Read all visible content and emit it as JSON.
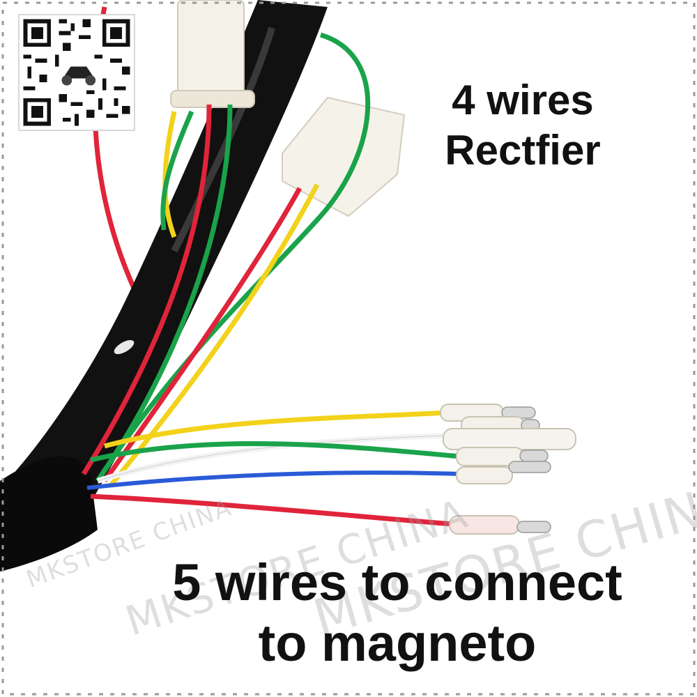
{
  "labels": {
    "top_line1": "4 wires",
    "top_line2": "Rectfier",
    "bottom_line1": "5 wires to connect",
    "bottom_line2": "to magneto"
  },
  "watermark": {
    "text": "MKSTORE CHINA"
  },
  "wires": {
    "bundle_colors": [
      "#f2d21a",
      "#1aa34a",
      "#ffffff",
      "#2a5bd7",
      "#e0243a"
    ],
    "rectifier_colors": [
      "#e0243a",
      "#f2d21a",
      "#1aa34a"
    ]
  },
  "qr_code": {
    "icon": "qr-code-icon"
  }
}
